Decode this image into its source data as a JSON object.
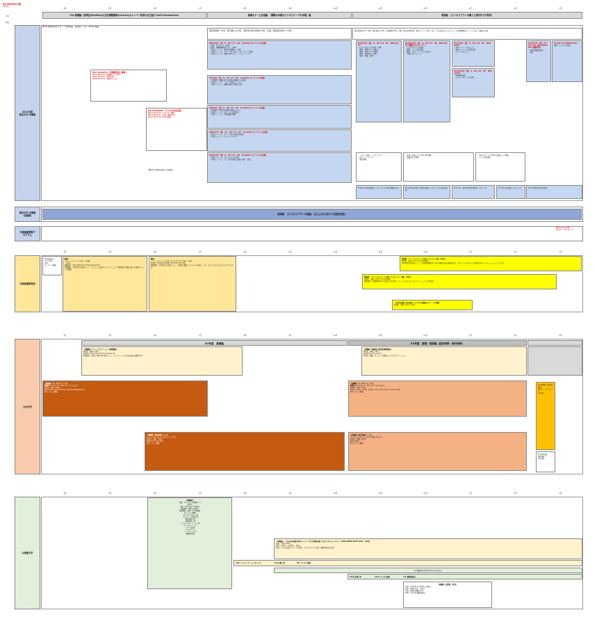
{
  "date_stamp": "02/16/2021 版",
  "date_sub": "R2人材",
  "row_labels": {
    "top_a": "大学",
    "top_b": "年度",
    "main": "2021年度\n東京大学 本事業",
    "second": "東京大学 本事業\n（実施期）",
    "third": "共通基盤整備プ\nログラム",
    "sec1": "大阪起業家育成",
    "sec2": "九州大学",
    "sec3": "北海道大学"
  },
  "phases": {
    "p1": "Pre-基礎編（説明会(Briefing)＆社会課題講演(Lecture)＆メンバー取得＆自己紹介(Self-Introduction)",
    "p2": "基礎＆チーム形成編　（課題の深堀＆ビジネステーマの深堀）編",
    "p3": "発展編　（ビジネスプランの磨上と国内外での発表）"
  },
  "months_top": [
    "4月",
    "5月",
    "6月",
    "7月",
    "8月",
    "9月",
    "10月",
    "11月",
    "12月",
    "1月",
    "2月",
    "3月"
  ],
  "main_blocks": {
    "recruit": "▼4/8 説明会用ポスター（日本語版、英語版）入手、HP等に掲載",
    "session_info": "選定受講者　50名（東大推以上20名、海外含む他大学等計30名、企業・国立研究所20～25名）",
    "dev_info": "選定受講生(25～30名（東大推以上10名、在籍制約10名、企業・国立研究所5名）選定メンバー24名、各チームの目的に沿ったメンバーを事業期間ダメンバーに応じて編成し参加",
    "c1_title": "▼8月18日（水）9：30～17：00　AI-DAY1 オンライン(必須)",
    "c1_body": "・今回：ガイダンス（実践）\n・講評：各種課題発表と共に（全体）\n・今回セッション：参加者の動機と（実践）\n・今回セッション：グループ内で各テーマについて（実践）\n・今回セッション：基盤に関するブレインストーミング",
    "c2_title": "▼8/7 PM-DAY1「実践経営者と講演」",
    "c2_body": "▼5/14 PM-DAY2「課題設計」LS&SS\n▼5/21 PM-DAY3「企業対話」\n▼5/28 PM-DAY4「業務プロセス」",
    "c3_title": "▼7月6日（水）9：30～17：00　AI-DAY2 オンライン(必須)",
    "c3_body": "・今回講評：課題の発生背景及び組織からの要請\n・今回セッション：アイデア発散（チーム）\n・今回セッション：課題の確認と精査と改良",
    "c4_title": "▼6/4 PM-DAY5「デジタル社会実装」",
    "c4_body": "▼6/11 PM-DAY6「エネルギー課題」\n▼6/18 PM-DAY7「実例・課題対応」\n▼6/25 PM-DAY8「SDGs課題」",
    "c5_title": "▼8月6日（金）9：30～17：00　AI-DAY3 オンライン(必須)",
    "c5_body": "・今回講評：技術的な価値の創出について\n・今回セッション：各チームで技術検討\n・今回セッション：技術課題の整理",
    "c6_title": "▼8月27日（金）13：00～17：00　AI-DAY4 オンライン(必須)",
    "c6_body": "・今回セッション：グループ別に進捗状況報告\n・今回セッション：ネットワーキング",
    "c7_title": "▼9月10日（金）9：30～17：00　AI-DAY5 オンライン(必須)",
    "c7_body": "・今回セッション：ビジネスモデル検討\n・今回セッション：チーム別の発表と質疑（東大・東京）",
    "c8": "▼6/30 受講を受け入れ審査",
    "dev1_title": "▼10月1日（金）9：30～17：00　DEV-DAY1",
    "dev1_body": "・ビジネスプランの作成（全体）\n・講評：各種プランの検討\n・講評：発表プランの確認\n・講評：実施状況（全体）\n・講評：質疑（全体）",
    "dev2_title": "▼10月15日（金）9：30～17：00　DEV-DAY2 国際ビジネスプラン",
    "dev2_body": "・ビジネスプランの発表\n・講評：チーム別の検討\n・講評：スタートアップとの対話\n・今後のスケジュール",
    "dev3_title": "▼11月5日（金）9：30～12：00　DEV-DAY3",
    "dev3_body": "・海外メンバーへのピッチ\n・海外メンバーとの意見交換\n・エレベータピッチ",
    "dev4_title": "▼11月19日（金）9：30～12：00　DEV-DAY4",
    "dev4_body": "・本番最終発表\n・エレベータピッチの実践",
    "dev5_title": "▼12月3日（金）10：00～16：00 DEV-DAY5 最終発表",
    "dev5_body": "・国内外最終発表会\n・表彰",
    "dev6_title": "▼1/20～28 DEMO DAY",
    "dev6_body": "米国・アジアでの発表",
    "mentor1": "・メンター面談（メンタリング）\n・各チーム（チーム）\n・発表準備",
    "mentor2": "・各回に実施しての  DEV-DAY準備\n・質疑対応と準備",
    "mentor3": "・各回に対して  AI-DAY5 国際ピッチ準備\n・チーム別の確認",
    "bottom1": "▼ 8月中に第2回個別メンタリング その他の関連のもの",
    "bottom2": "▼ 10月中に第3回～第5回 個別メンタリング その他に関連",
    "bottom3": "▼ 11月中　第6回 第5回 第6回メンタリング",
    "bottom4": "▼ 12月上旬 個別メンタリング",
    "bottom5": "▼ 1月 第2回 第3回 第4回"
  },
  "second_row": {
    "bar": "実践期　（ビジネスプランの検証、立ち上げに向けての個別支援）"
  },
  "third_row": {
    "note": "▼2/10,16 実施\n共がワークショップ"
  },
  "sec1": {
    "box1_title": "▼予約制対応",
    "box1_body": "4/7, 4/14,\n4/21\nオンライン開催",
    "box2_title": "概要：",
    "box2_body": "アントレプレナーへの道（入門編）\n（20名）\n▼開催日：4/21,4/28,5/12,5/19,5/26,6/2,6/9\n▼受講者：大学院生を対象として、サーキット分析やワークショップ、授業発表と指導に関する運営ポイントの理解",
    "box3_title": "概要：",
    "box3_body": "アントレプレナーへの道（ビジネスプラン作成）（20名）\n▼日程：6/16,6/23,6/30,7/7,7/14,7/21,7/28\n▼受講者：大学院生を対象として、入門編で構築したアイデアを基に、グループワークによるビジネスプラン作成",
    "box4_title": "実践編：アントレプレナーへの道（ベンチャー編）（15名）",
    "box4_body": "▼日程：水曜（11月～3月予定隔週）\n▼大学院生を対象として、公的研究機関が生み出す最新の研究成果を学び、グローバルなステップを進む者のイノベーションについて学ぶ",
    "box5_title": "発展編：アントレプレナーへの道（フォローアップ編）（15名）",
    "box5_body": "▼日程：水曜（10月～3月予定隔週）\n▼受講者：実務経験を有する社会人を対象として、ビジネスプランのブラッシュアップを実施",
    "box6_title": "「公的の起業と社会実装」についての連続セミナー（入門編）",
    "box6_body": "▼日程：水曜（11月～12月）"
  },
  "sec2": {
    "hdr1": "R2年度　基礎編",
    "hdr2": "R3年度　基礎・発展編（国内研修・海外研修）",
    "b1_title": "【基礎編】アントレプレナーシップ基礎講座",
    "b1_body": "▼日程：木曜（10名）\n▼5/20,27,6/3,10,17,24,7/1,8,15,22,29\n▼受講者：理系大学院生を対象として、イノベーションと社会実装の基礎を学ぶ",
    "b2_title": "【基礎編（国際協力型起業基礎講座）】",
    "b2_body": "▼日程：木曜（10名）\n▼10/8,22,11/5,12/3,17\n▼日程：関東、オンライン開催によるアクセラレーション",
    "b3_title": "【基礎編（データサイエンス）】\n挑戦グリエイティブ・キャンプ・ベーシック",
    "b3_body": "▼日程：日曜（40名）\n▼6/14,6/21,6/28,7/5,7/12,7/19,8/2,8/9,8/16,8/23\n▼オンライン開催",
    "b4_title": "【基礎編（データサイエンス）】\n挑戦グリエイティブ・キャンプ・アドバンスト",
    "b4_body": "▼日程：日曜（20名）\n▼10/4, 10/11, 10/18, 10/25, 11/1, 11/8, 11/15, 11/22, 11/29\n▼オンライン開催",
    "b5_title": "【基礎編（研究成果ベース）】\nアントレプレナーシップ トレーニング",
    "b5_body": "▼日程：金曜（30名）\n▼6/18,7/9,7/16,8/13\n▼オンライン開催",
    "b6_title": "【発展編（研究成果ベース）】\nアントレプレナーシップ デベロップメント",
    "b6_body": "▼日程：金曜（20名）\n▼10月実施\n▼オンライン開催",
    "b7": "▼【発展編（海外研修）】\n米国・シリコンバレー\n3月予定",
    "b8": "▼【R2年度】\n海外研修\n3月以降"
  },
  "sec3": {
    "big_title": "【基礎編】",
    "big_body": "起業・ビジネス入門講座I・II\n（30名）\n日程：4/30(金)～7/30(金)\n▼受講者：理系大学院生\n▼講師陣：企業・大学院教員\nオンライン開催\n・ビジネスモデル入門\n・ベンチャー起業入門\n・資金調達入門\n・知的財産入門\n・プレゼンテーション入門\n・ディスカッション\n・チーム形成\n・アイデアソン\n・ワークショップ\n・最終発表会",
    "bar1_title": "「発展編」 ～がんばる起業の新ネットワークでの実戦を通じてのビジネスコンテスト（CHALLENGE GATE 2021）（20名）",
    "bar1_body": "日程：7/26～8/20\n対象：学部生・大学院生・社会人\n内容：チーム形成からアイデア創出、ビジネスプラン作成、最終発表会を実施",
    "bar2": "7/末～ ヒアリング、メンタリング　　　　　　　　8/中 応募〆切　　　　　　　9/中 プレゼン審査",
    "bar3": "「しずおかビジネスプランコンテスト」",
    "bar3_dates": "10/末 応募〆切　　　　　　　　12/中 プレゼン審査　　　　　　　　2/中 最終審査会",
    "bar4_title": "「基礎編」起業塾（30名）",
    "bar4_body": "日程：10月16～1月28日の土曜日\n対象：地域の学生・社会人\n内容：起業の基礎を学ぶ\n日程：1月下旬 最終発表会"
  }
}
